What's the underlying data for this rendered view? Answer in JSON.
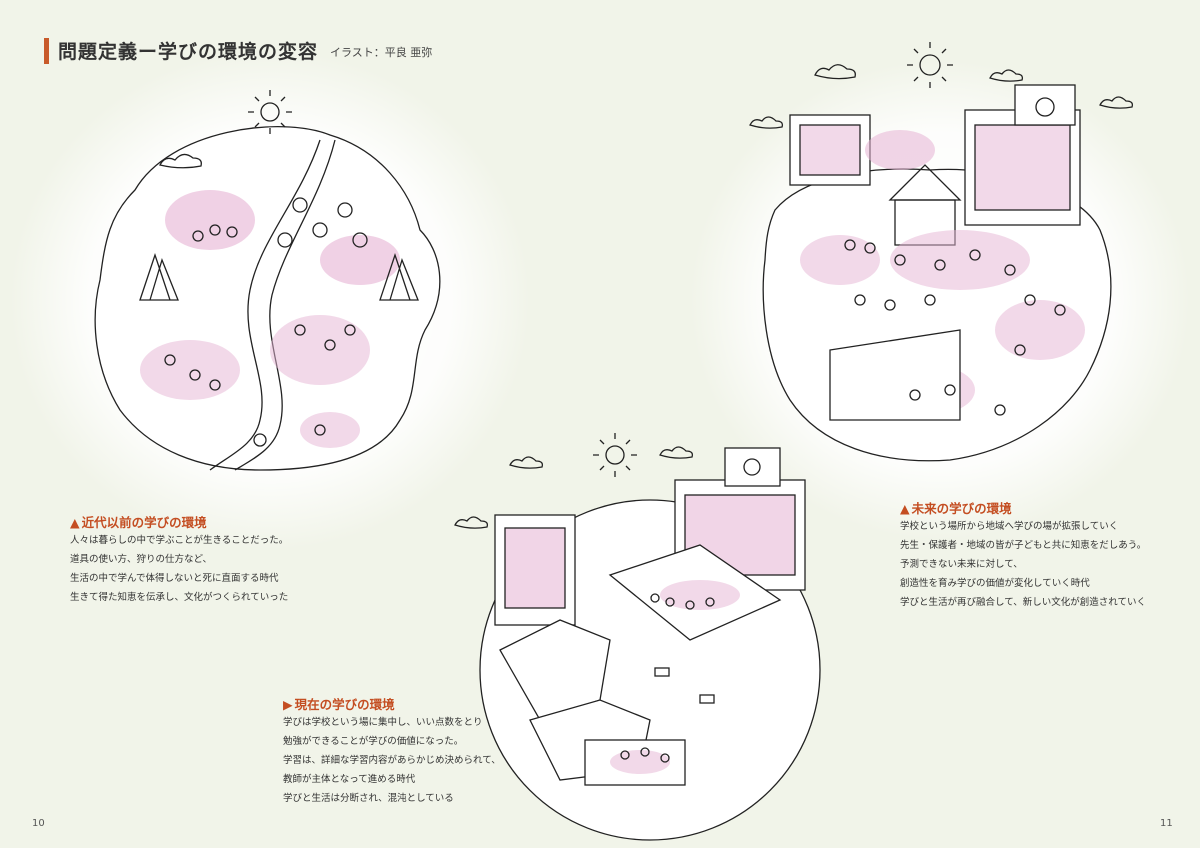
{
  "header": {
    "title": "問題定義ー学びの環境の変容",
    "credit": "イラスト：平良 亜弥"
  },
  "sections": {
    "past": {
      "heading": "近代以前の学びの環境",
      "lines": [
        "人々は暮らしの中で学ぶことが生きることだった。",
        "道具の使い方、狩りの仕方など、",
        "生活の中で学んで体得しないと死に直面する時代",
        "生きて得た知恵を伝承し、文化がつくられていった"
      ]
    },
    "present": {
      "heading": "現在の学びの環境",
      "lines": [
        "学びは学校という場に集中し、いい点数をとり",
        "勉強ができることが学びの価値になった。",
        "学習は、詳細な学習内容があらかじめ決められて、",
        "教師が主体となって進める時代",
        "学びと生活は分断され、混沌としている"
      ]
    },
    "future": {
      "heading": "未来の学びの環境",
      "lines": [
        "学校という場所から地域へ学びの場が拡張していく",
        "先生・保護者・地域の皆が子どもと共に知恵をだしあう。",
        "予測できない未来に対して、",
        "創造性を育み学びの価値が変化していく時代",
        "学びと生活が再び融合して、新しい文化が創造されていく"
      ]
    }
  },
  "page_numbers": {
    "left": "10",
    "right": "11"
  },
  "colors": {
    "background": "#f1f4e9",
    "accent": "#c44e22",
    "highlight": "#e6b3d3",
    "ink": "#333333"
  }
}
